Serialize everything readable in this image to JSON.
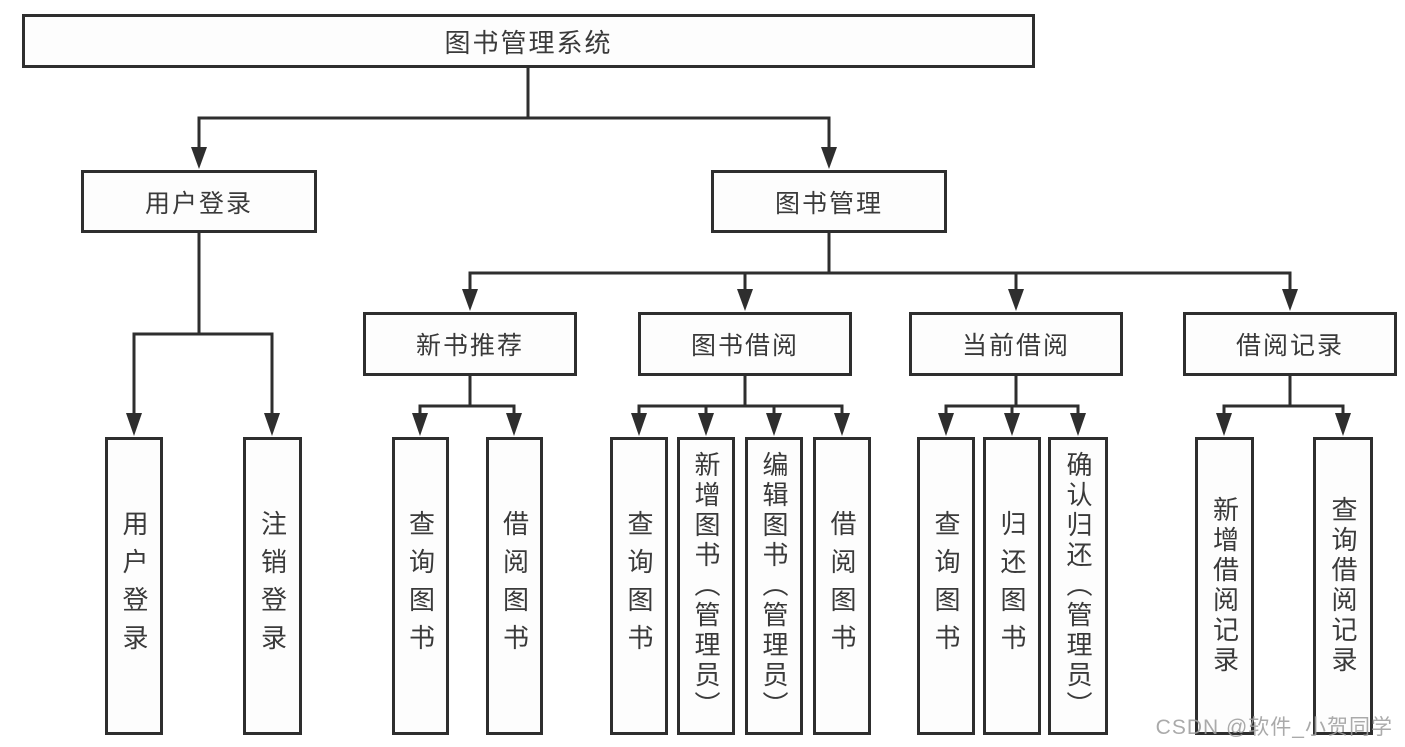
{
  "diagram": {
    "title": "图书管理系统",
    "watermark": "CSDN @软件_小贺同学",
    "colors": {
      "line": "#2e2e2e",
      "box_border": "#2e2e2e",
      "box_fill": "#fdfdfd",
      "text": "#3a3a3a",
      "watermark": "#9e9e9e"
    },
    "level2": {
      "user_login": "用户登录",
      "book_management": "图书管理"
    },
    "level3": {
      "new_book_recommend": "新书推荐",
      "book_borrow": "图书借阅",
      "current_borrow": "当前借阅",
      "borrow_record": "借阅记录"
    },
    "leaves": {
      "user_login": [
        "用户登录",
        "注销登录"
      ],
      "new_book_recommend": [
        "查询图书",
        "借阅图书"
      ],
      "book_borrow": [
        "查询图书",
        "新增图书（管理员）",
        "编辑图书（管理员）",
        "借阅图书"
      ],
      "current_borrow": [
        "查询图书",
        "归还图书",
        "确认归还（管理员）"
      ],
      "borrow_record": [
        "新增借阅记录",
        "查询借阅记录"
      ]
    }
  }
}
